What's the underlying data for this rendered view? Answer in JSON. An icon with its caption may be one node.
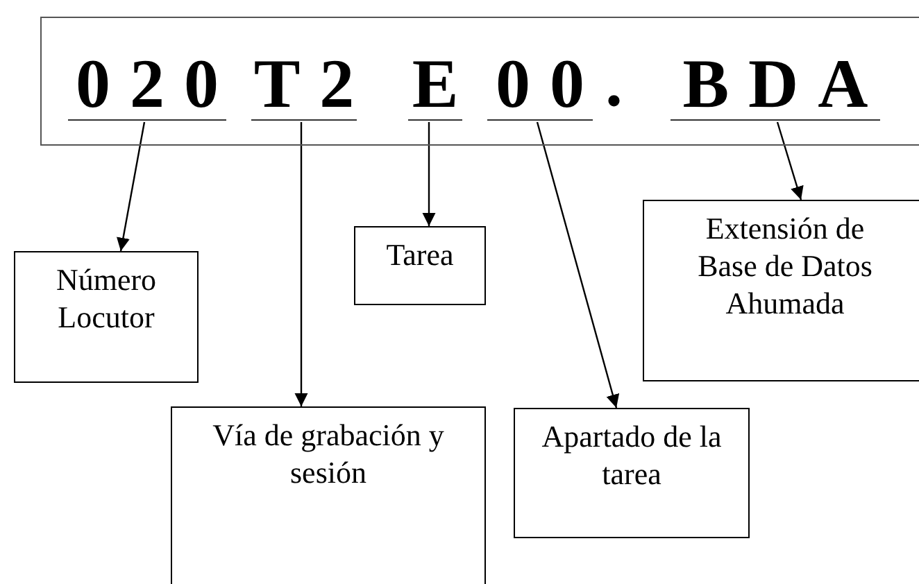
{
  "diagram": {
    "nodes": [
      {
        "text": [],
        "shape": "box"
      },
      {
        "text": [
          "020"
        ],
        "in": 0
      },
      {
        "text": [
          "T2"
        ],
        "in": 0
      },
      {
        "text": [
          "E"
        ],
        "in": 0
      },
      {
        "text": [
          "00"
        ],
        "in": 0
      },
      {
        "text": [
          "BDA"
        ],
        "in": 0
      },
      {
        "text": [
          "Número Locutor"
        ]
      },
      {
        "text": [
          "Vía de grabación y sesión"
        ]
      },
      {
        "text": [
          "Tarea"
        ]
      },
      {
        "text": [
          "Apartado de la tarea"
        ]
      },
      {
        "text": [
          "Extensión de Base de Datos Ahumada"
        ]
      }
    ],
    "edges": [
      {
        "from": 1,
        "to": 6,
        "arrow": "to"
      },
      {
        "from": 2,
        "to": 7,
        "arrow": "to"
      },
      {
        "from": 3,
        "to": 8,
        "arrow": "to"
      },
      {
        "from": 4,
        "to": 9,
        "arrow": "to"
      },
      {
        "from": 5,
        "to": 10,
        "arrow": "to"
      }
    ],
    "labels": [
      "."
    ]
  }
}
